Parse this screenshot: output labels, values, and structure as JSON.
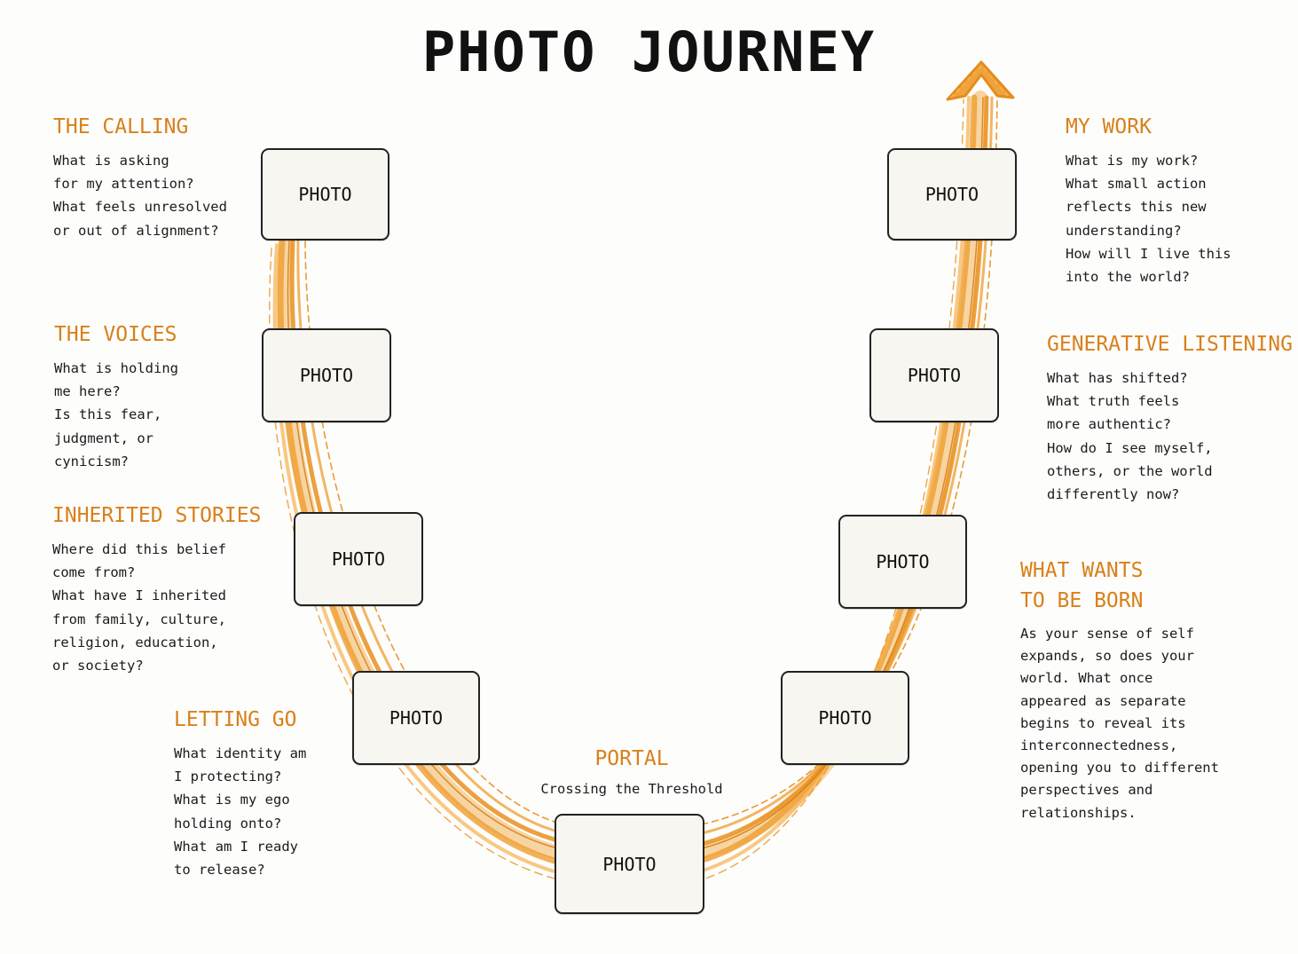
{
  "title": "PHOTO JOURNEY",
  "photo_label": "PHOTO",
  "colors": {
    "accent": "#d9801a",
    "arc": "#f0a33b",
    "arc_dark": "#e38c1e",
    "box_fill": "#f8f6f0",
    "text": "#1b1b1b"
  },
  "stages": {
    "calling": {
      "title": "THE CALLING",
      "lines": [
        "What is asking",
        "for my attention?",
        "What feels unresolved",
        "or out of alignment?"
      ]
    },
    "voices": {
      "title": "THE VOICES",
      "lines": [
        "What is holding",
        "me here?",
        "Is this fear,",
        "judgment, or",
        "cynicism?"
      ]
    },
    "inherited": {
      "title": "INHERITED STORIES",
      "lines": [
        "Where did this belief",
        "come from?",
        "What have I inherited",
        "from family, culture,",
        "religion, education,",
        "or society?"
      ]
    },
    "letting_go": {
      "title": "LETTING GO",
      "lines": [
        "What identity am",
        "I protecting?",
        "What is my ego",
        "holding onto?",
        "What am I ready",
        "to release?"
      ]
    },
    "portal": {
      "title": "PORTAL",
      "subtitle": "Crossing the Threshold"
    },
    "born": {
      "title_lines": [
        "WHAT WANTS",
        "TO BE BORN"
      ],
      "lines": [
        "As your sense of self",
        "expands, so does your",
        "world. What once",
        "appeared as separate",
        "begins to reveal its",
        "interconnectedness,",
        "opening you to different",
        "perspectives and",
        "relationships."
      ]
    },
    "listening": {
      "title": "GENERATIVE LISTENING",
      "lines": [
        "What has shifted?",
        "What truth feels",
        "more authentic?",
        "How do I see myself,",
        "others, or the world",
        "differently now?"
      ]
    },
    "my_work": {
      "title": "MY WORK",
      "lines": [
        "What is my work?",
        "What small action",
        "reflects this new",
        "understanding?",
        "How will I live this",
        "into the world?"
      ]
    }
  }
}
